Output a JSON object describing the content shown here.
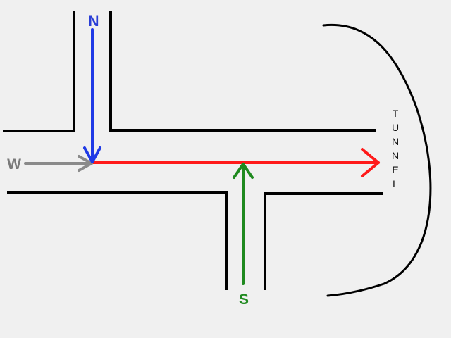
{
  "labels": {
    "north": "N",
    "west": "W",
    "south": "S",
    "tunnel": [
      "T",
      "U",
      "N",
      "N",
      "E",
      "L"
    ]
  },
  "colors": {
    "background": "#f0f0f0",
    "road_outline": "#000000",
    "north_arrow": "#1f3ae6",
    "west_arrow": "#8a8a8a",
    "south_arrow": "#1f8a1f",
    "main_flow_arrow": "#ff1a1a",
    "label_north": "#2a3ed6",
    "label_west": "#7a7a7a",
    "label_south": "#1f8a1f"
  }
}
